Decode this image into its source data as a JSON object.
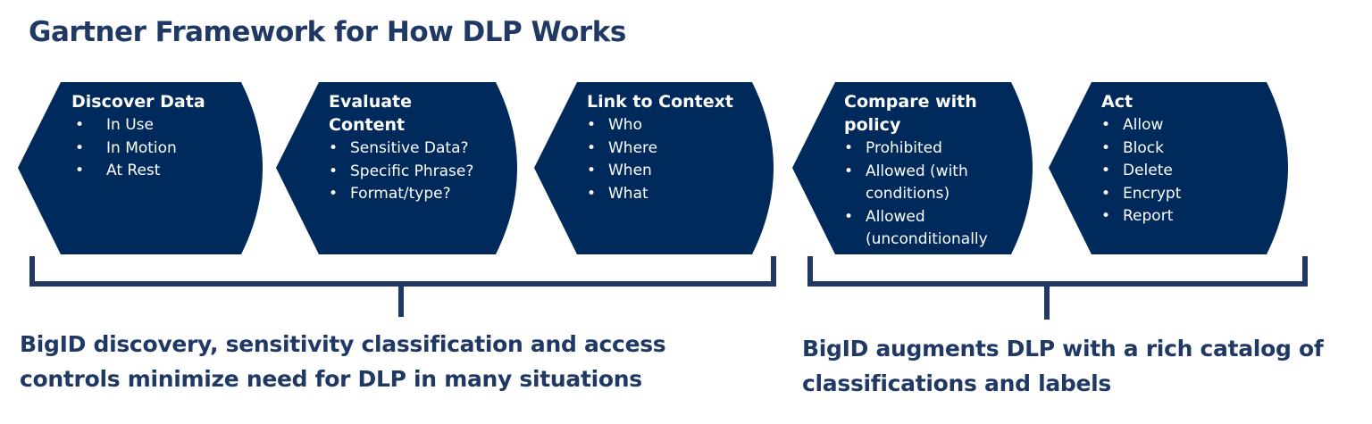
{
  "title": "Gartner Framework for How DLP Works",
  "colors": {
    "shape_fill": "#002a5c",
    "title_text": "#1f3864",
    "bracket": "#1f3864"
  },
  "stages": [
    {
      "heading": "Discover Data",
      "items": [
        "In Use",
        "In Motion",
        "At Rest"
      ]
    },
    {
      "heading": "Evaluate Content",
      "heading_lines": [
        "Evaluate",
        "Content"
      ],
      "items": [
        "Sensitive Data?",
        "Specific Phrase?",
        "Format/type?"
      ]
    },
    {
      "heading": "Link to Context",
      "items": [
        "Who",
        "Where",
        "When",
        "What"
      ]
    },
    {
      "heading": "Compare with policy",
      "heading_lines": [
        "Compare with",
        "policy"
      ],
      "items": [
        "Prohibited",
        "Allowed (with conditions)",
        "Allowed (unconditionally"
      ]
    },
    {
      "heading": "Act",
      "items": [
        "Allow",
        "Block",
        "Delete",
        "Encrypt",
        "Report"
      ]
    }
  ],
  "captions": {
    "left": [
      "BigID discovery, sensitivity classification and access",
      "controls minimize need for DLP in many situations"
    ],
    "right": [
      "BigID augments DLP with a rich catalog of",
      "classifications and labels"
    ]
  }
}
